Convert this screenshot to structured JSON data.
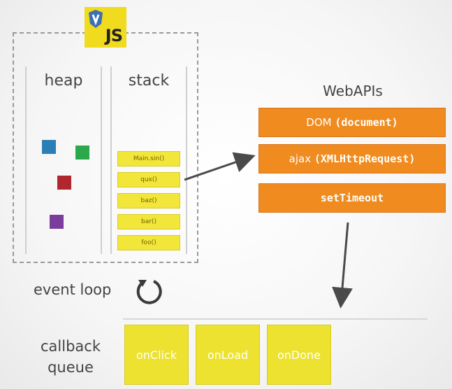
{
  "logo": {
    "text": "JS"
  },
  "runtime": {
    "heap": {
      "title": "heap",
      "objects": [
        {
          "color": "#2b7fb6"
        },
        {
          "color": "#2aa84a"
        },
        {
          "color": "#b0272e"
        },
        {
          "color": "#7a3d9b"
        }
      ]
    },
    "stack": {
      "title": "stack",
      "frames": [
        "Main.sin()",
        "qux()",
        "baz()",
        "bar()",
        "foo()"
      ]
    }
  },
  "webapis": {
    "title": "WebAPIs",
    "items": [
      {
        "label": "DOM",
        "code": "(document)"
      },
      {
        "label": "ajax",
        "code": "(XMLHttpRequest)"
      },
      {
        "label": "",
        "code": "setTimeout"
      }
    ]
  },
  "event_loop": {
    "label": "event loop"
  },
  "callback_queue": {
    "label_line1": "callback",
    "label_line2": "queue",
    "items": [
      "onClick",
      "onLoad",
      "onDone"
    ]
  },
  "colors": {
    "api_orange": "#ef8b1f",
    "frame_yellow": "#f2e63a",
    "queue_yellow": "#ece22f",
    "js_yellow": "#f0db1f"
  }
}
